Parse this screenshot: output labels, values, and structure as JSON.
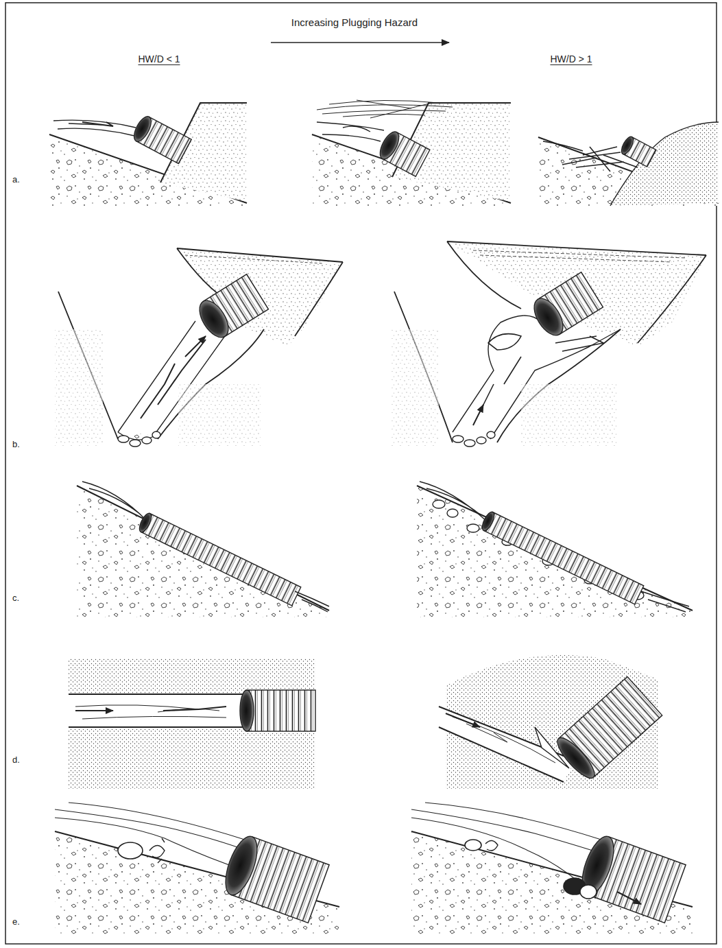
{
  "diagram": {
    "labels": [
      "Increasing Plugging Hazard",
      "HW/D < 1",
      "HW/D > 1",
      "a.",
      "b.",
      "c.",
      "d.",
      "e."
    ]
  }
}
